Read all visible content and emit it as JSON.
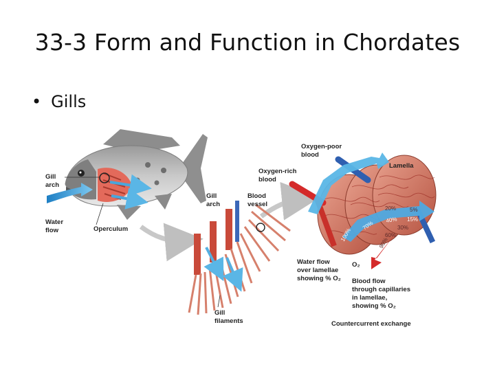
{
  "slide": {
    "title": "33-3 Form and Function in Chordates",
    "bullet": "Gills"
  },
  "figure": {
    "labels": {
      "gill_arch": [
        "Gill",
        "arch"
      ],
      "water_flow": [
        "Water",
        "flow"
      ],
      "operculum": "Operculum",
      "gill_arch_2": [
        "Gill",
        "arch"
      ],
      "blood_vessel": [
        "Blood",
        "vessel"
      ],
      "gill_filaments": [
        "Gill",
        "filaments"
      ],
      "oxygen_poor": [
        "Oxygen-poor",
        "blood"
      ],
      "oxygen_rich": [
        "Oxygen-rich",
        "blood"
      ],
      "lamella": "Lamella",
      "water_over_lamellae": [
        "Water flow",
        "over lamellae",
        "showing % O₂"
      ],
      "o2": "O₂",
      "blood_flow": [
        "Blood flow",
        "through capillaries",
        "in lamellae,",
        "showing % O₂"
      ],
      "countercurrent": "Countercurrent exchange"
    },
    "water_percentages": [
      "100%",
      "70%",
      "40%",
      "15%"
    ],
    "blood_percentages": [
      "90%",
      "60%",
      "30%",
      "5%"
    ],
    "extra_percent": "20%",
    "colors": {
      "water": "#3aa0d8",
      "oxygen_rich_blood": "#d42a2a",
      "oxygen_poor_blood": "#2f5fb0",
      "tissue": "#d9816e"
    }
  }
}
